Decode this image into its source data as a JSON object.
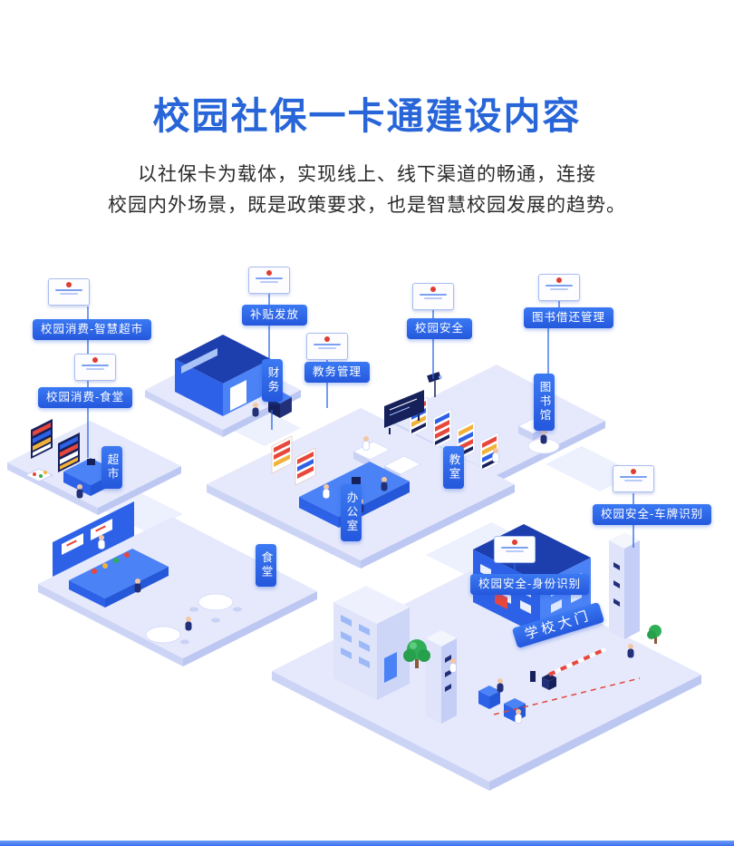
{
  "header": {
    "title": "校园社保一卡通建设内容",
    "subtitle_line1": "以社保卡为载体，实现线上、线下渠道的畅通，连接",
    "subtitle_line2": "校园内外场景，既是政策要求，也是智慧校园发展的趋势。"
  },
  "labels": {
    "smart_market": "校园消费-智慧超市",
    "canteen_consume": "校园消费-食堂",
    "subsidy": "补贴发放",
    "academic": "教务管理",
    "campus_security": "校园安全",
    "library_manage": "图书借还管理",
    "plate_recog": "校园安全-车牌识别",
    "identity_recog": "校园安全-身份识别",
    "finance": "财务",
    "library": "图书馆",
    "market": "超市",
    "classroom": "教室",
    "office": "办公室",
    "canteen": "食堂",
    "school_gate": "学校大门"
  },
  "icons": {
    "card": "social-security-card"
  },
  "colors": {
    "accent_blue": "#2b66e8",
    "title_blue": "#2765d8",
    "platform_lavender": "#e6e9fb",
    "building_blue": "#2d62e8",
    "building_light_blue": "#4b82f5",
    "dark_navy": "#16215c",
    "alert_red": "#e8473c",
    "tree_green": "#2fae57"
  }
}
